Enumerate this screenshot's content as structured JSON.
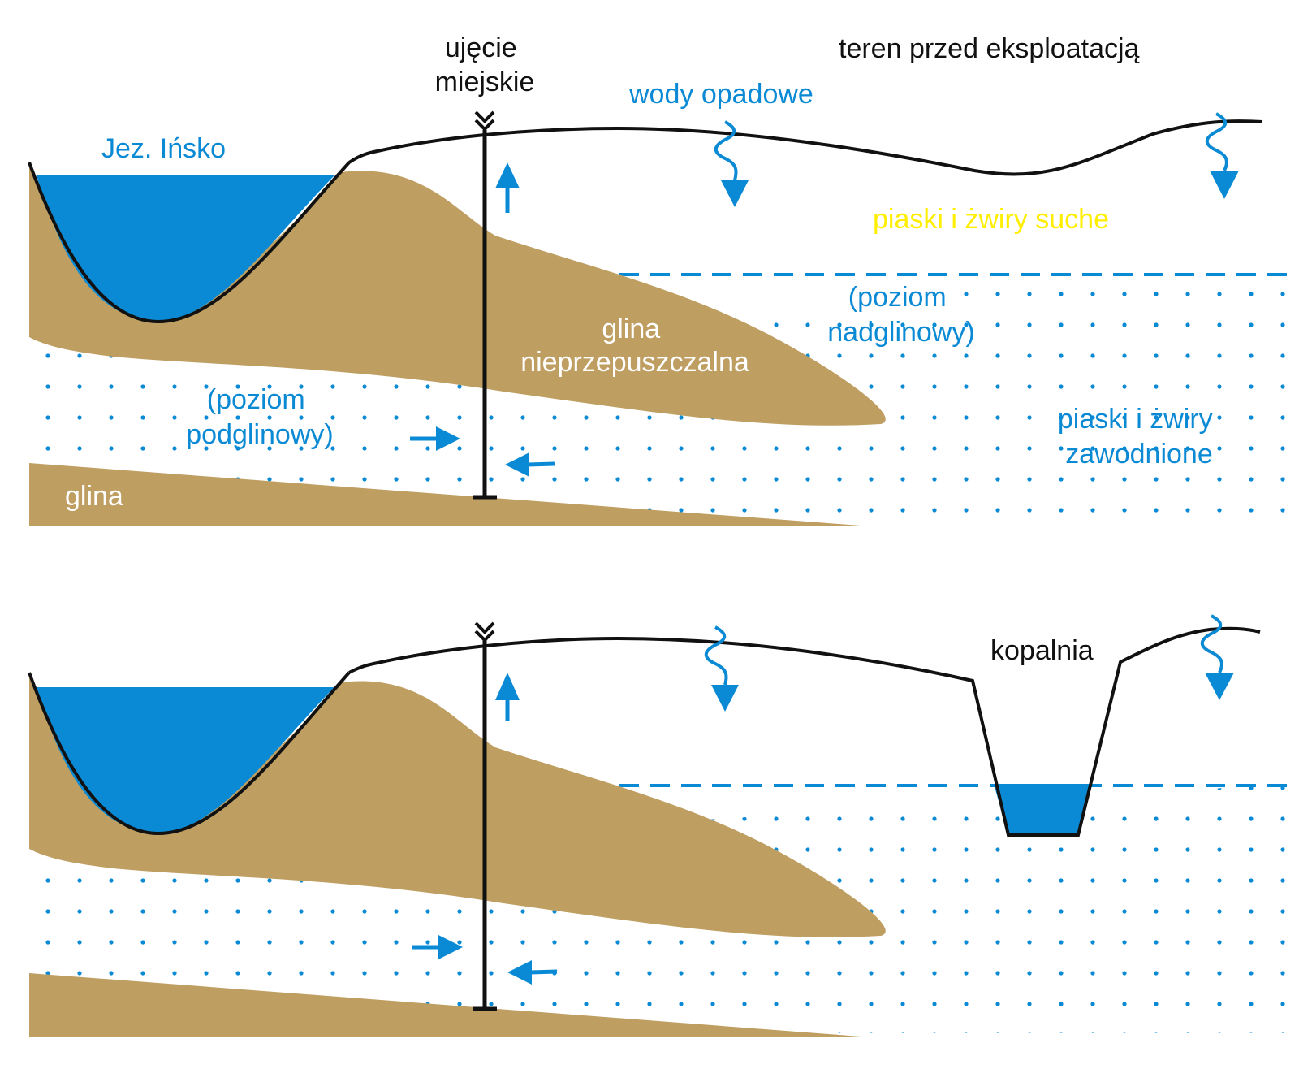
{
  "colors": {
    "water": "#0a8ad4",
    "clay": "#bf9e62",
    "line": "#111111",
    "yellow_text": "#ffee00",
    "white_text": "#ffffff"
  },
  "labels": {
    "well": [
      "ujęcie",
      "miejskie"
    ],
    "terrain": "teren przed eksploatacją",
    "rain": "wody opadowe",
    "lake": "Jez. Ińsko",
    "dry_sands": "piaski i żwiry suche",
    "upper_aquifer": [
      "(poziom",
      "nadglinowy)"
    ],
    "impermeable_clay": [
      "glina",
      "nieprzepuszczalna"
    ],
    "lower_aquifer": [
      "(poziom",
      "podglinowy)"
    ],
    "wet_sands": [
      "piaski i żwiry",
      "zawodnione"
    ],
    "bottom_clay": "glina",
    "mine": "kopalnia"
  },
  "icons": [
    "rain-infiltration-icon",
    "flow-arrow-icon",
    "well-head-icon",
    "water-table-line"
  ]
}
